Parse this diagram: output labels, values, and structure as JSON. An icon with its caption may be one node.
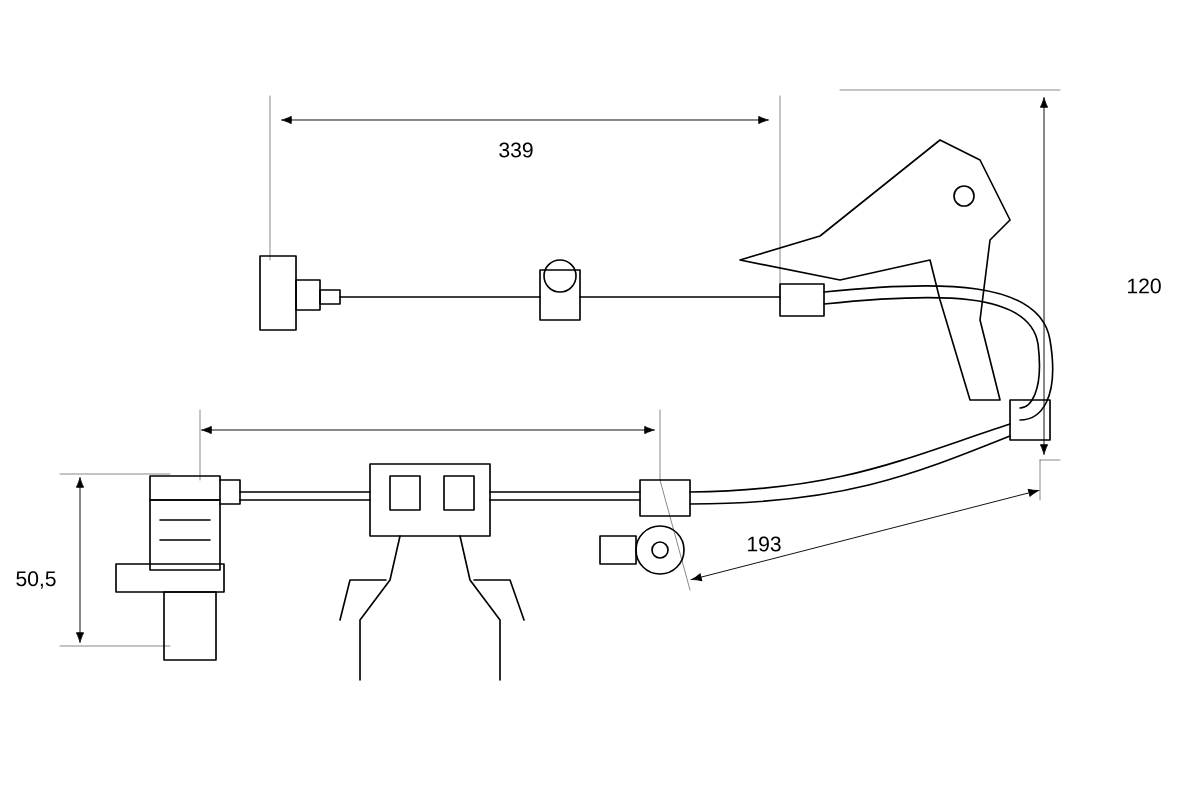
{
  "diagram": {
    "labels": [
      "339",
      "120",
      "50,5",
      "193"
    ]
  }
}
